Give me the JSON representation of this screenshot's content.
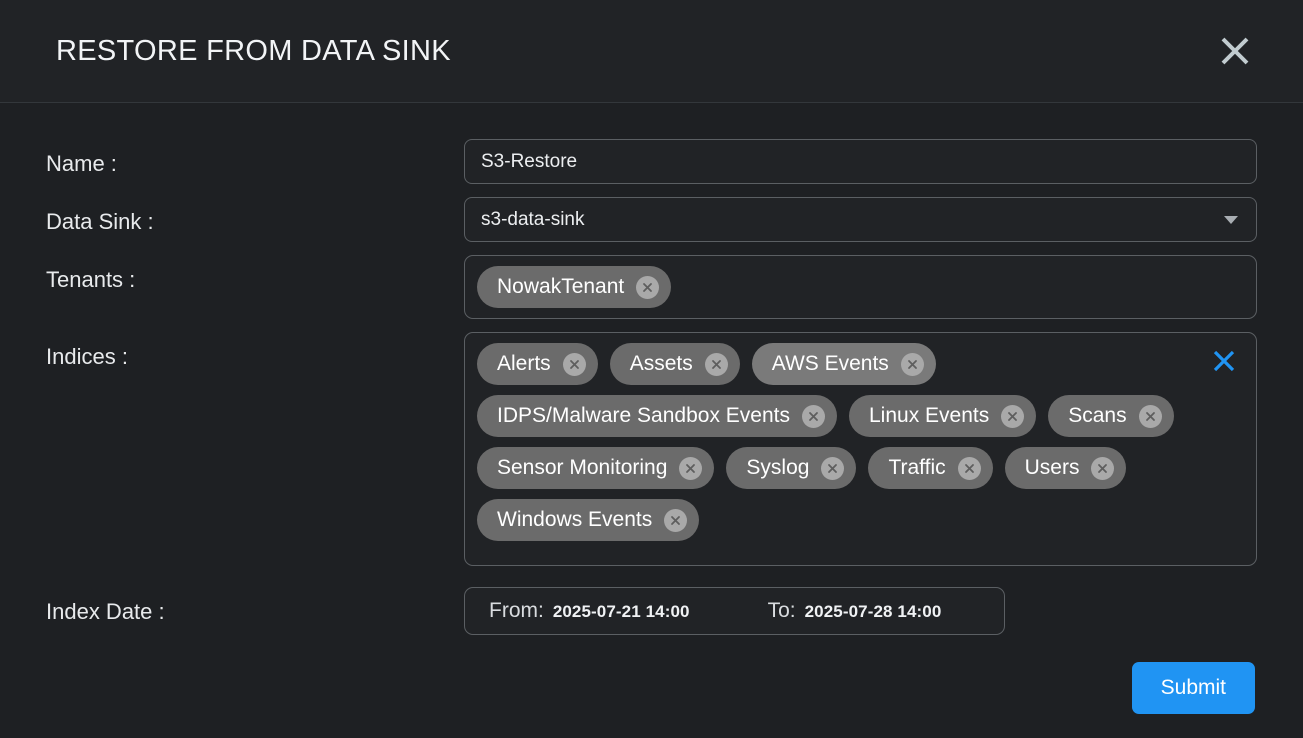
{
  "dialog": {
    "title": "RESTORE FROM DATA SINK",
    "close_icon": "close-icon"
  },
  "form": {
    "name": {
      "label": "Name :",
      "value": "S3-Restore",
      "placeholder": ""
    },
    "data_sink": {
      "label": "Data Sink :",
      "value": "s3-data-sink",
      "caret_icon": "chevron-down-icon"
    },
    "tenants": {
      "label": "Tenants :",
      "chips": [
        {
          "label": "NowakTenant",
          "remove_icon": "remove-circle-icon"
        }
      ]
    },
    "indices": {
      "label": "Indices :",
      "clear_all_icon": "clear-all-x-icon",
      "chips": [
        {
          "label": "Alerts",
          "remove_icon": "remove-circle-icon"
        },
        {
          "label": "Assets",
          "remove_icon": "remove-circle-icon"
        },
        {
          "label": "AWS Events",
          "remove_icon": "remove-circle-icon"
        },
        {
          "label": "IDPS/Malware Sandbox Events",
          "remove_icon": "remove-circle-icon"
        },
        {
          "label": "Linux Events",
          "remove_icon": "remove-circle-icon"
        },
        {
          "label": "Scans",
          "remove_icon": "remove-circle-icon"
        },
        {
          "label": "Sensor Monitoring",
          "remove_icon": "remove-circle-icon"
        },
        {
          "label": "Syslog",
          "remove_icon": "remove-circle-icon"
        },
        {
          "label": "Traffic",
          "remove_icon": "remove-circle-icon"
        },
        {
          "label": "Users",
          "remove_icon": "remove-circle-icon"
        },
        {
          "label": "Windows Events",
          "remove_icon": "remove-circle-icon"
        }
      ]
    },
    "index_date": {
      "label": "Index Date :",
      "from_caption": "From:",
      "from_value": "2025-07-21 14:00",
      "to_caption": "To:",
      "to_value": "2025-07-28 14:00"
    }
  },
  "footer": {
    "submit_label": "Submit"
  },
  "colors": {
    "accent_blue": "#2094f3",
    "background": "#1e2023",
    "surface": "#212326",
    "border": "#5b5f63",
    "chip": "#6b6b6b",
    "text": "#eceef0"
  }
}
